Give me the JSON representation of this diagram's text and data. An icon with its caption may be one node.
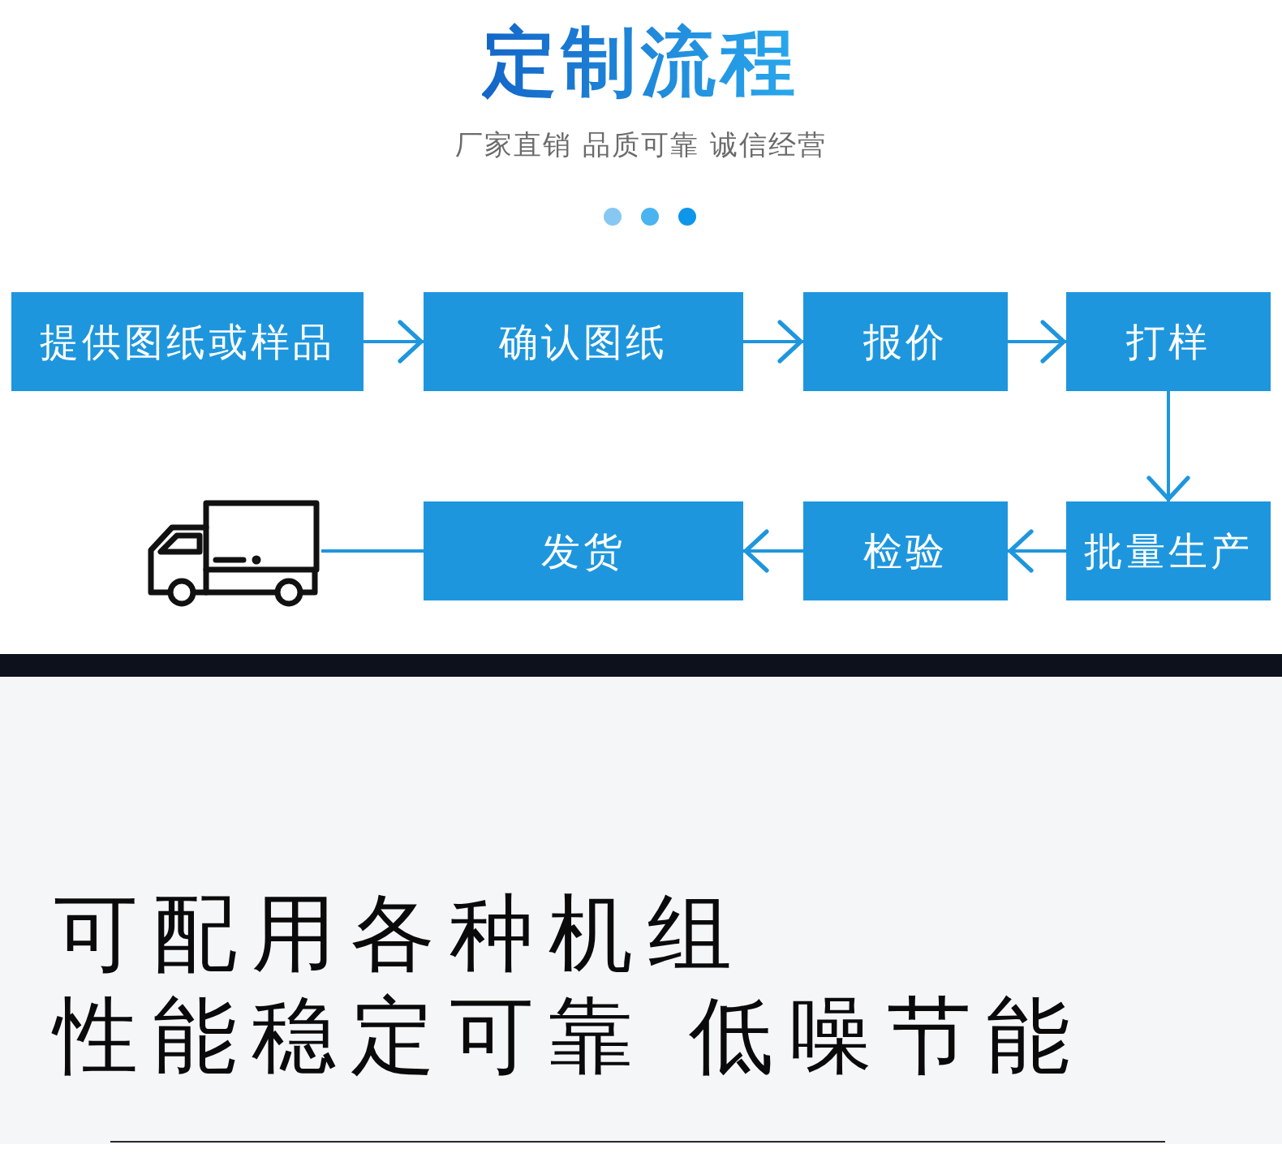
{
  "diagram": {
    "title": "定制流程",
    "nodes": [
      {
        "text": [
          "提供图纸或样品"
        ]
      },
      {
        "text": [
          "确认图纸"
        ]
      },
      {
        "text": [
          "报价"
        ]
      },
      {
        "text": [
          "打样"
        ]
      },
      {
        "text": [
          "批量生产"
        ]
      },
      {
        "text": [
          "检验"
        ]
      },
      {
        "text": [
          "发货"
        ]
      },
      {
        "text": [],
        "shape": "picture"
      }
    ],
    "edges": [
      {
        "from": 0,
        "to": 1,
        "arrow": "to"
      },
      {
        "from": 1,
        "to": 2,
        "arrow": "to"
      },
      {
        "from": 2,
        "to": 3,
        "arrow": "to"
      },
      {
        "from": 3,
        "to": 4,
        "arrow": "to"
      },
      {
        "from": 4,
        "to": 5,
        "arrow": "to"
      },
      {
        "from": 5,
        "to": 6,
        "arrow": "to"
      },
      {
        "from": 6,
        "to": 7,
        "arrow": "none"
      }
    ],
    "labels": [
      "厂家直销 品质可靠 诚信经营",
      "可配用各种机组",
      "性能稳定可靠 低噪节能"
    ]
  }
}
